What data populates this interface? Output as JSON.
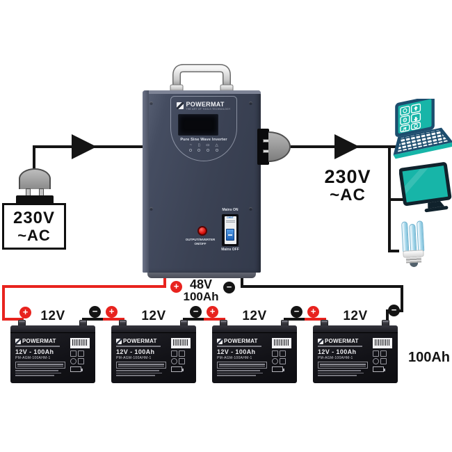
{
  "labels": {
    "plus": "+",
    "minus": "−",
    "ac_input": {
      "line1": "230V",
      "line2": "~AC"
    },
    "ac_output": {
      "line1": "230V",
      "line2": "~AC"
    },
    "battery_bank": {
      "line1": "48V",
      "line2": "100Ah"
    },
    "bank_capacity": "100Ah",
    "battery_voltages": [
      "12V",
      "12V",
      "12V",
      "12V"
    ]
  },
  "inverter": {
    "brand": "POWERMAT",
    "tagline": "THE ART OF TOOLS TECHNOLOGY",
    "product_name": "Pure Sine Wave Inverter",
    "output_button": {
      "line1": "OUTPUT/INVERTER",
      "line2": "ON/OFF"
    },
    "mains_on": "Mains ON",
    "mains_off": "Mains OFF",
    "breaker_brand": "CHNT",
    "indicators": [
      "~",
      "▯",
      "▭",
      "△"
    ]
  },
  "battery": {
    "brand": "POWERMAT",
    "spec": "12V - 100Ah",
    "model": "PM-AGM-100AHM-1"
  },
  "icons": {
    "devices": [
      "laptop-icon",
      "tv-icon",
      "cfl-bulb-icon"
    ],
    "input": "mains-plug-icon",
    "output": "inverter-plug-icon"
  },
  "colors": {
    "wire_red": "#e8231e",
    "wire_black": "#141414",
    "screen_teal": "#17b5a8",
    "device_navy": "#1d4d6e",
    "inverter_body": "#3e4557"
  }
}
